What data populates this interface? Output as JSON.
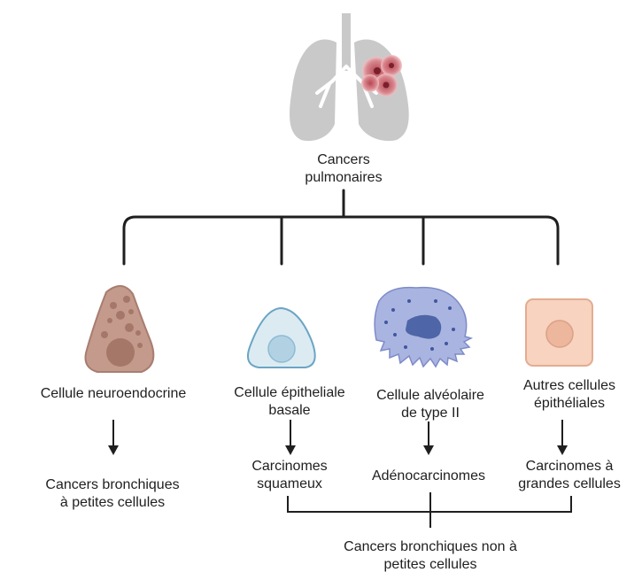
{
  "root": {
    "label_line1": "Cancers",
    "label_line2": "pulmonaires",
    "icon": "lungs-with-tumor-icon"
  },
  "cells": [
    {
      "name": "Cellule neuroendocrine",
      "line1": "Cellule neuroendocrine",
      "line2": "",
      "icon": "neuroendocrine-cell-icon",
      "color": "#c49a8c"
    },
    {
      "name": "Cellule épitheliale basale",
      "line1": "Cellule épitheliale",
      "line2": "basale",
      "icon": "basal-epithelial-cell-icon",
      "color": "#dcebf2"
    },
    {
      "name": "Cellule alvéolaire de type II",
      "line1": "Cellule alvéolaire",
      "line2": "de type II",
      "icon": "alveolar-type2-cell-icon",
      "color": "#a9b4e0"
    },
    {
      "name": "Autres cellules épithéliales",
      "line1": "Autres cellules",
      "line2": "épithéliales",
      "icon": "other-epithelial-cell-icon",
      "color": "#f7d3c0"
    }
  ],
  "cancers": [
    {
      "line1": "Cancers bronchiques",
      "line2": "à petites cellules"
    },
    {
      "line1": "Carcinomes",
      "line2": "squameux"
    },
    {
      "line1": "Adénocarcinomes",
      "line2": ""
    },
    {
      "line1": "Carcinomes à",
      "line2": "grandes cellules"
    }
  ],
  "group": {
    "line1": "Cancers bronchiques non à",
    "line2": "petites cellules"
  }
}
